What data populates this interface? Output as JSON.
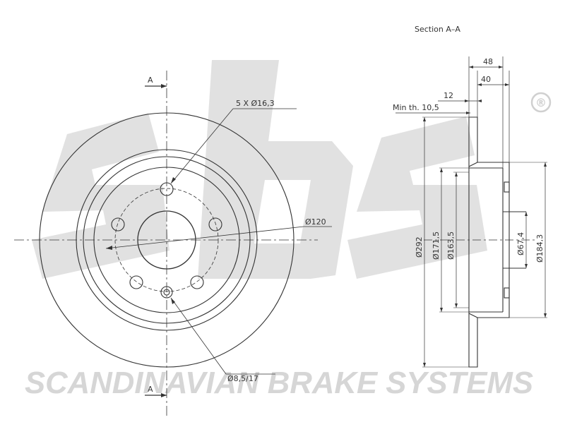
{
  "watermark": {
    "logo_text": "sbs",
    "company_name": "SCANDINAVIAN BRAKE SYSTEMS",
    "registered_mark": "®",
    "color": "#d9d9d9"
  },
  "front_view": {
    "section_marker_top": "A",
    "section_marker_bottom": "A",
    "label_bolt_holes": "5  X  Ø16,3",
    "label_pcd": "Ø120",
    "label_small_hole": "Ø8,5/17"
  },
  "section_view": {
    "title": "Section  A–A",
    "dim_total_width": "48",
    "dim_hat_depth": "40",
    "dim_thickness": "12",
    "dim_min_thickness": "Min  th.  10,5",
    "dim_outer_diameter": "Ø292",
    "dim_d1": "Ø171,5",
    "dim_d2": "Ø163,5",
    "dim_center_bore": "Ø67,4",
    "dim_hat_diameter": "Ø184,3"
  },
  "colors": {
    "line": "#333333",
    "watermark": "#d9d9d9"
  }
}
